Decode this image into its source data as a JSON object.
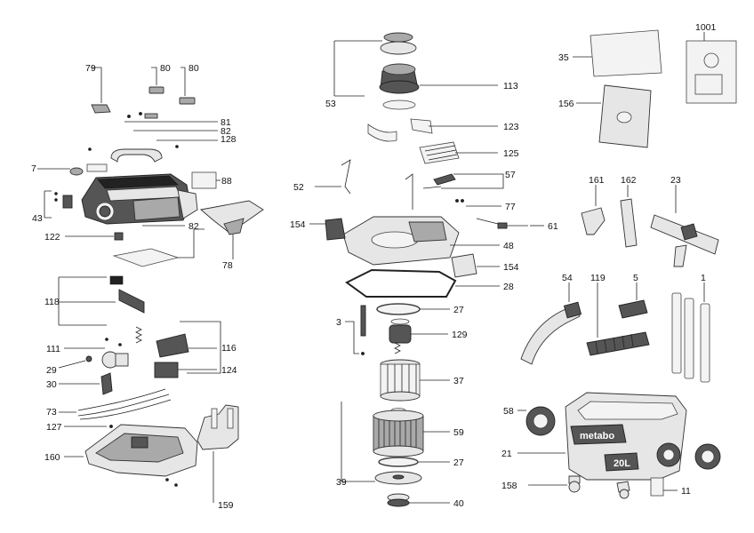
{
  "diagram": {
    "labels": {
      "l79": "79",
      "l80a": "80",
      "l80b": "80",
      "l81": "81",
      "l82a": "82",
      "l128": "128",
      "l7": "7",
      "l88": "88",
      "l43": "43",
      "l122": "122",
      "l82b": "82",
      "l78": "78",
      "l118": "118",
      "l111": "111",
      "l116": "116",
      "l29": "29",
      "l124": "124",
      "l30": "30",
      "l73": "73",
      "l127": "127",
      "l160": "160",
      "l159": "159",
      "l53": "53",
      "l113": "113",
      "l123": "123",
      "l125": "125",
      "l52": "52",
      "l57": "57",
      "l77": "77",
      "l154a": "154",
      "l61": "61",
      "l48": "48",
      "l154b": "154",
      "l28": "28",
      "l27a": "27",
      "l3": "3",
      "l129": "129",
      "l37": "37",
      "l59": "59",
      "l39": "39",
      "l27b": "27",
      "l40": "40",
      "l35": "35",
      "l1001": "1001",
      "l156": "156",
      "l161": "161",
      "l162": "162",
      "l23": "23",
      "l54": "54",
      "l119": "119",
      "l5": "5",
      "l1": "1",
      "l58": "58",
      "l21": "21",
      "l158": "158",
      "l11": "11"
    },
    "brand_text": "metabo",
    "capacity_text": "20L"
  }
}
